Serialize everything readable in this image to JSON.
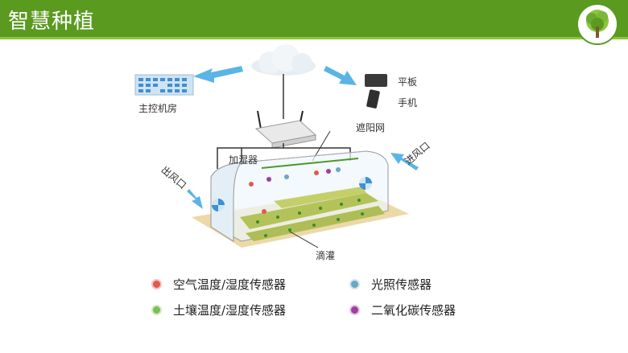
{
  "header": {
    "title": "智慧种植"
  },
  "labels": {
    "control_room": "主控机房",
    "tablet": "平板",
    "phone": "手机",
    "shade_net": "遮阳网",
    "humidifier": "加湿器",
    "air_inlet": "进风口",
    "air_outlet": "出风口",
    "drip": "滴灌"
  },
  "legend": [
    {
      "label": "空气温度/湿度传感器",
      "color": "#e05a4e"
    },
    {
      "label": "光照传感器",
      "color": "#6aa7c2"
    },
    {
      "label": "土壤温度/湿度传感器",
      "color": "#7bbf4f"
    },
    {
      "label": "二氧化碳传感器",
      "color": "#9b3fa0"
    }
  ],
  "colors": {
    "header": "#5a9a1f",
    "arrow": "#5bb4e6"
  }
}
